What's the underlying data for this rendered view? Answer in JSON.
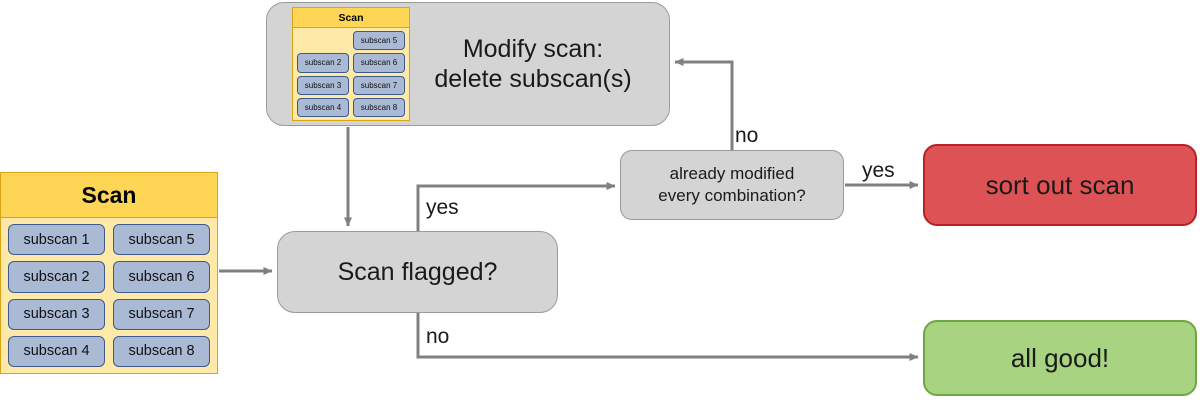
{
  "diagram": {
    "title": "Scan flagging and subscan modification flowchart",
    "colors": {
      "process_fill": "#d4d4d4",
      "process_stroke": "#9a9a9a",
      "scan_header_fill": "#ffd556",
      "scan_body_fill": "#ffe9a8",
      "scan_stroke": "#d9a514",
      "subscan_fill": "#aab9d4",
      "subscan_stroke": "#3c5a8c",
      "red_fill": "#dd5355",
      "red_stroke": "#bb2025",
      "green_fill": "#a8d381",
      "green_stroke": "#6fa644",
      "edge_stroke": "#808080"
    }
  },
  "scan_big": {
    "header": "Scan",
    "subscans": [
      "subscan 1",
      "subscan 5",
      "subscan 2",
      "subscan 6",
      "subscan 3",
      "subscan 7",
      "subscan 4",
      "subscan 8"
    ]
  },
  "scan_mini": {
    "header": "Scan",
    "subscans": [
      "",
      "subscan 5",
      "subscan 2",
      "subscan 6",
      "subscan 3",
      "subscan 7",
      "subscan 4",
      "subscan 8"
    ]
  },
  "nodes": {
    "modify_scan": {
      "line1": "Modify scan:",
      "line2": "delete subscan(s)"
    },
    "scan_flagged": {
      "label": "Scan flagged?"
    },
    "already_modified": {
      "line1": "already modified",
      "line2": "every combination?"
    },
    "sort_out_scan": {
      "label": "sort out scan"
    },
    "all_good": {
      "label": "all good!"
    }
  },
  "edges": {
    "scan_to_flagged": {
      "label": ""
    },
    "modify_to_flagged": {
      "label": ""
    },
    "flagged_yes": {
      "label": "yes"
    },
    "flagged_no": {
      "label": "no"
    },
    "modified_no": {
      "label": "no"
    },
    "modified_yes": {
      "label": "yes"
    }
  }
}
